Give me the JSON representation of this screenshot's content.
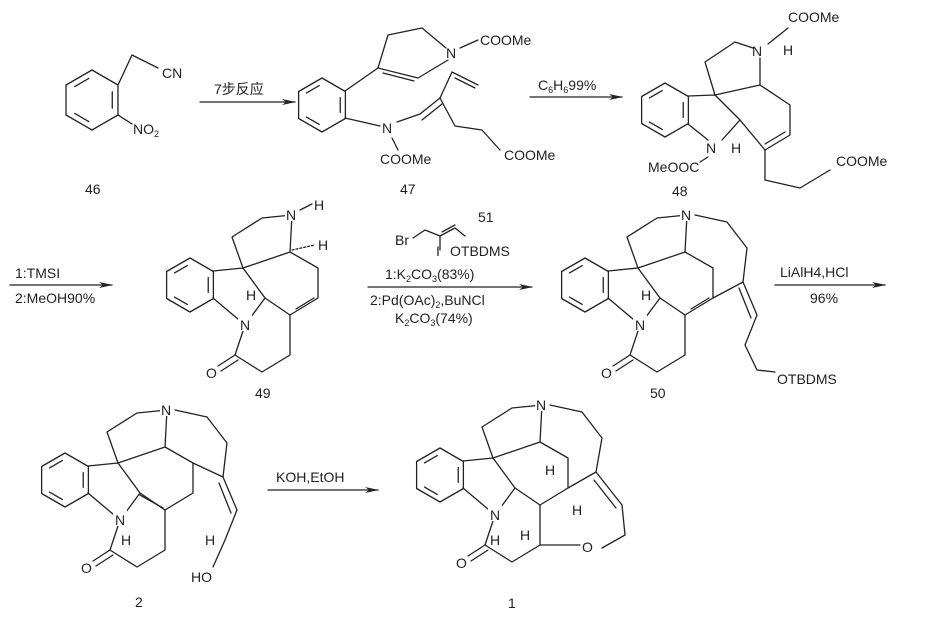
{
  "compounds": {
    "c46": {
      "label": "46",
      "cn": "CN",
      "no": "NO",
      "no_sub": "2"
    },
    "c47": {
      "label": "47",
      "ester1": "COOMe",
      "ester2": "COOMe",
      "ester3": "COOMe",
      "n": "N"
    },
    "c48": {
      "label": "48",
      "ester1": "COOMe",
      "ester2": "MeOOC",
      "ester3": "COOMe",
      "n": "N",
      "h": "H"
    },
    "c49": {
      "label": "49",
      "n": "N",
      "h": "H",
      "o": "O"
    },
    "c50": {
      "label": "50",
      "n": "N",
      "h": "H",
      "o": "O",
      "otbdms": "OTBDMS"
    },
    "c2": {
      "label": "2",
      "n": "N",
      "h": "H",
      "o": "O",
      "ho": "HO"
    },
    "c1": {
      "label": "1",
      "n": "N",
      "h": "H",
      "o": "O"
    },
    "c51": {
      "label": "51",
      "br": "Br",
      "i": "I",
      "otbdms": "OTBDMS"
    }
  },
  "reagents": {
    "step1": "7步反应",
    "step2": {
      "c": "C",
      "s1": "6",
      "h": "H",
      "s2": "6",
      "rest": "99%"
    },
    "step3": {
      "line1": "1:TMSI",
      "line2": "2:MeOH90%"
    },
    "step4": {
      "l1a": "1:K",
      "l1s": "2",
      "l1b": "CO",
      "l1s2": "3",
      "l1c": "(83%)",
      "l2a": "2:Pd(OAc)",
      "l2s": "2",
      "l2b": ",BuNCl",
      "l3a": "K",
      "l3s": "2",
      "l3b": "CO",
      "l3s2": "3",
      "l3c": "(74%)"
    },
    "step5": {
      "line1": "LiAlH4,HCl",
      "line2": "96%"
    },
    "step6": "KOH,EtOH"
  }
}
